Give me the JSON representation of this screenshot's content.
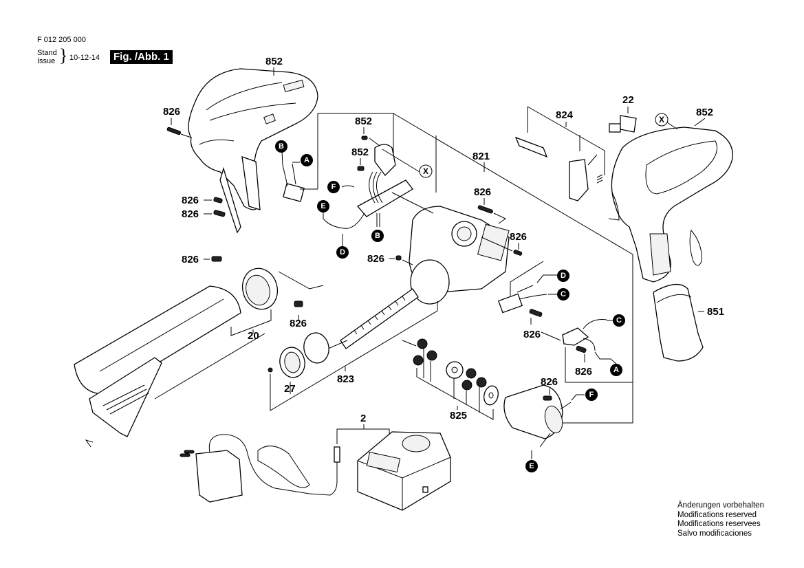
{
  "header": {
    "part_code": "F 012 205 000",
    "stand_label": "Stand",
    "issue_label": "Issue",
    "brace": "}",
    "date": "10-12-14",
    "figure_label": "Fig. /Abb. 1"
  },
  "notice": {
    "lines": [
      "Änderungen vorbehalten",
      "Modifications reserved",
      "Modifications reservees",
      "Salvo modificaciones"
    ]
  },
  "part_labels": {
    "housing_left": "852",
    "screw_top_left": "826",
    "screw_left_1": "826",
    "screw_left_2": "826",
    "screw_852_a": "852",
    "screw_852_b": "852",
    "bracket_821": "821",
    "switch_824": "824",
    "clip_22": "22",
    "housing_right": "852",
    "screw_gearbox_top": "826",
    "screw_gearbox_right": "826",
    "screw_gearbox_left": "826",
    "screw_tube_left": "826",
    "screw_tube_right": "826",
    "tube_20": "20",
    "switch_screw": "826",
    "switch2_screw": "826",
    "motor_screw": "826",
    "battery_851": "851",
    "piston_27": "27",
    "rack_823": "823",
    "gears_825": "825",
    "charger_2": "2"
  },
  "connectors": {
    "A": "A",
    "B": "B",
    "C": "C",
    "D": "D",
    "E": "E",
    "F": "F",
    "X": "X"
  }
}
